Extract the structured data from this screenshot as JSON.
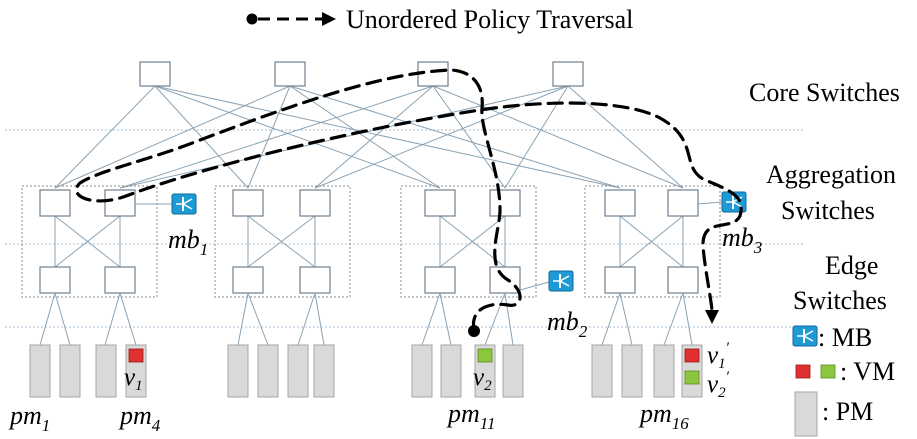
{
  "legend": {
    "path_label": "Unordered Policy Traversal"
  },
  "tiers": {
    "core": "Core Switches",
    "aggregation": [
      "Aggregation",
      "Switches"
    ],
    "edge": [
      "Edge",
      "Switches"
    ]
  },
  "key": {
    "mb": ": MB",
    "vm": ": VM",
    "pm": ": PM"
  },
  "middleboxes": {
    "mb1": {
      "base": "mb",
      "sub": "1"
    },
    "mb2": {
      "base": "mb",
      "sub": "2"
    },
    "mb3": {
      "base": "mb",
      "sub": "3"
    }
  },
  "vms": {
    "v1": {
      "base": "v",
      "sub": "1"
    },
    "v2": {
      "base": "v",
      "sub": "2"
    },
    "v1p": {
      "base": "v",
      "sub": "1",
      "sup": "′"
    },
    "v2p": {
      "base": "v",
      "sub": "2",
      "sup": "′"
    }
  },
  "pms": {
    "pm1": {
      "base": "pm",
      "sub": "1"
    },
    "pm4": {
      "base": "pm",
      "sub": "4"
    },
    "pm11": {
      "base": "pm",
      "sub": "11"
    },
    "pm16": {
      "base": "pm",
      "sub": "16"
    }
  },
  "colors": {
    "vm_red": "#e03030",
    "vm_green": "#8cc63f",
    "mb_blue": "#1e9bd7",
    "pm_gray": "#d9d9d9",
    "link": "#8aa3b5"
  }
}
